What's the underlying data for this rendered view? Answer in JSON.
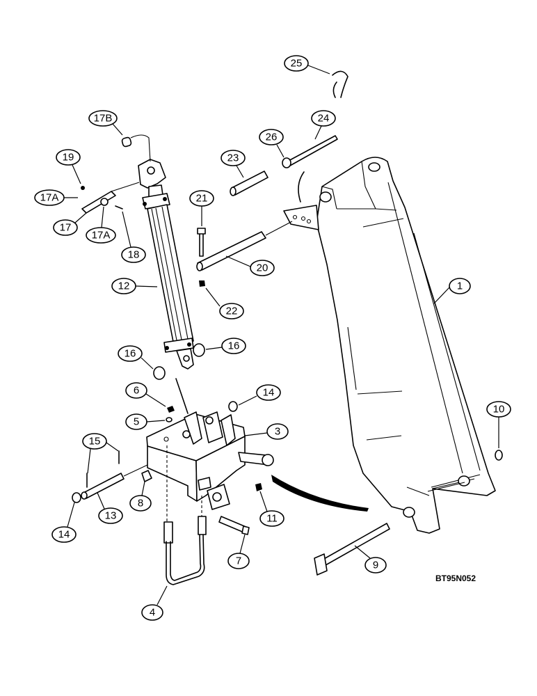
{
  "diagram": {
    "drawing_code": "BT95N052",
    "callouts": {
      "c1": "1",
      "c3": "3",
      "c4": "4",
      "c5": "5",
      "c6": "6",
      "c7": "7",
      "c8": "8",
      "c9": "9",
      "c10": "10",
      "c11": "11",
      "c12": "12",
      "c13": "13",
      "c14a": "14",
      "c14b": "14",
      "c15": "15",
      "c16a": "16",
      "c16b": "16",
      "c17": "17",
      "c17a1": "17A",
      "c17a2": "17A",
      "c17b": "17B",
      "c18": "18",
      "c19": "19",
      "c20": "20",
      "c21": "21",
      "c22": "22",
      "c23": "23",
      "c24": "24",
      "c25": "25",
      "c26": "26"
    }
  }
}
